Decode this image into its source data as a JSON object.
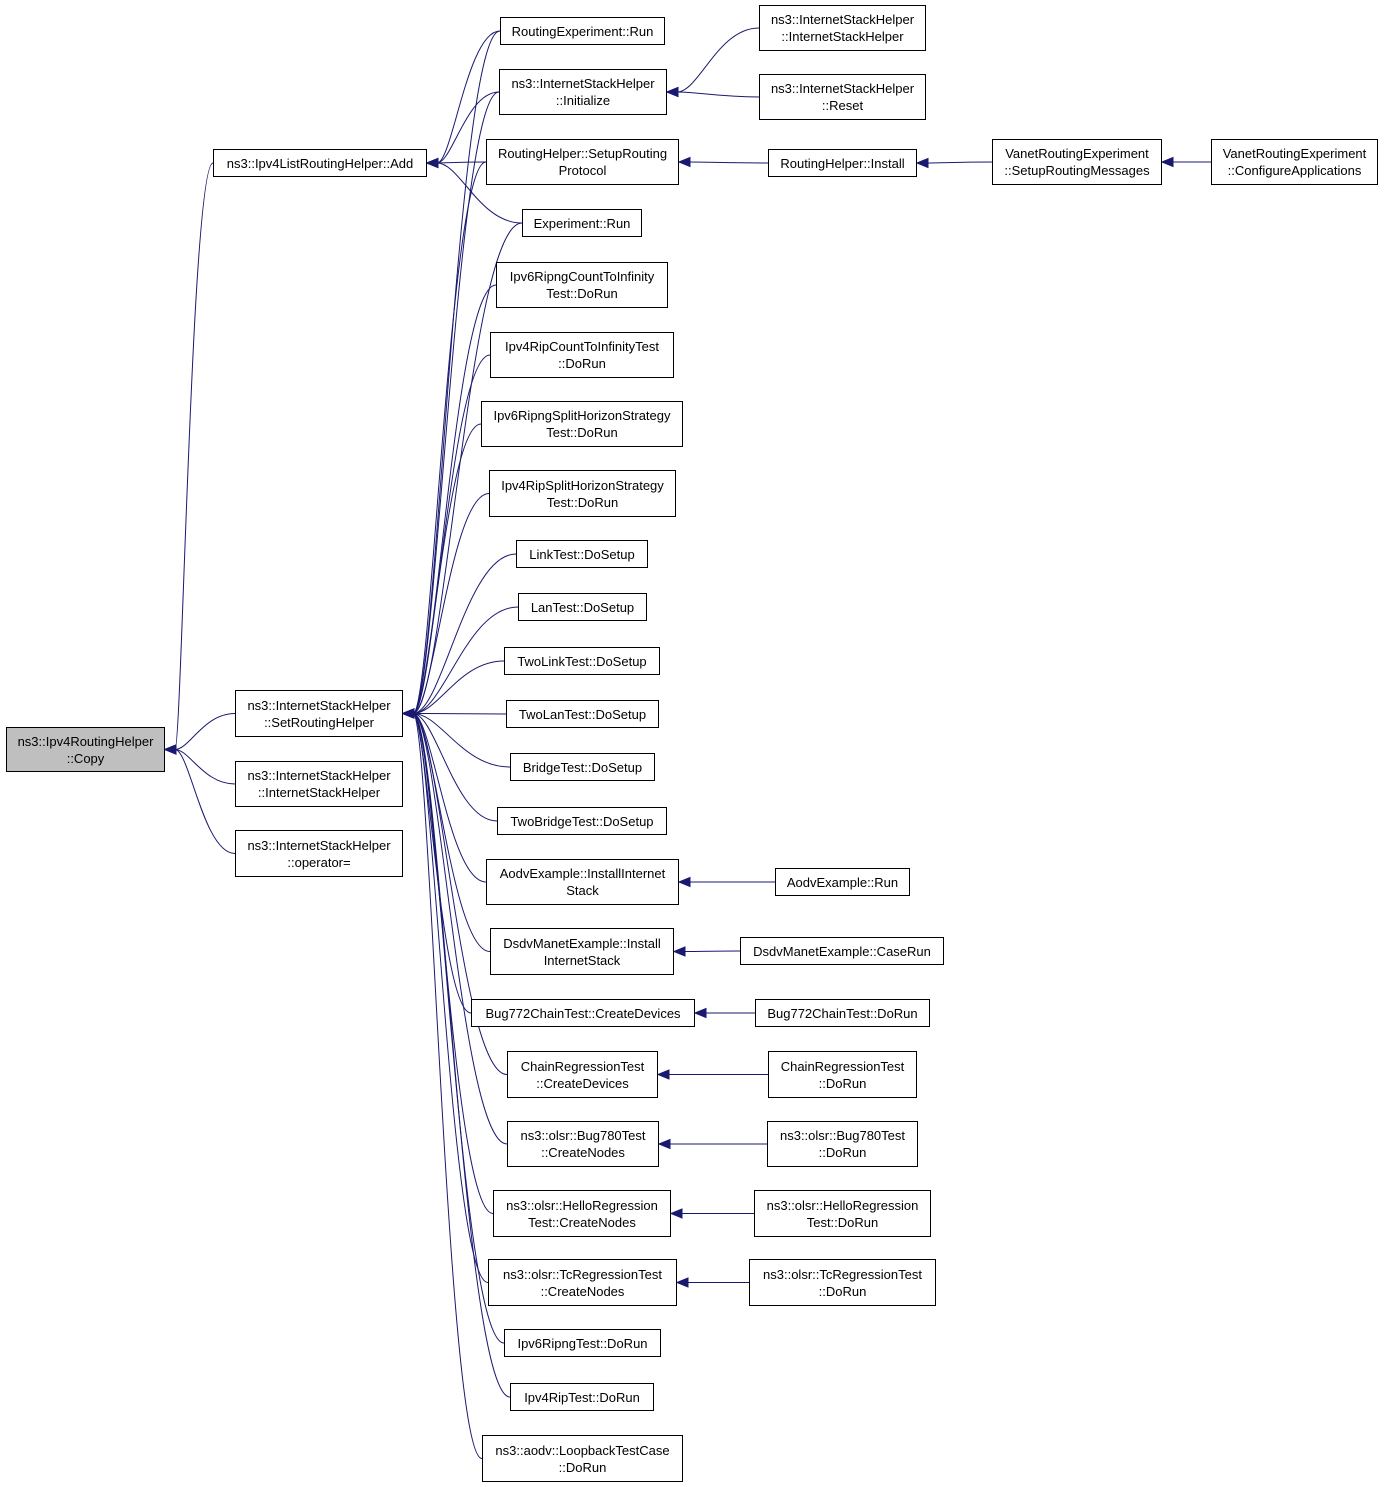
{
  "graph": {
    "edge_color": "#191970",
    "focus_fill": "#bfbfbf",
    "nodes": {
      "copy": "ns3::Ipv4RoutingHelper\n::Copy",
      "ipv4list_add": "ns3::Ipv4ListRoutingHelper::Add",
      "ish_setrouting": "ns3::InternetStackHelper\n::SetRoutingHelper",
      "ish_ctor": "ns3::InternetStackHelper\n::InternetStackHelper",
      "ish_operator": "ns3::InternetStackHelper\n::operator=",
      "routingexp_run": "RoutingExperiment::Run",
      "ish_initialize": "ns3::InternetStackHelper\n::Initialize",
      "routinghelper_setup": "RoutingHelper::SetupRouting\nProtocol",
      "experiment_run": "Experiment::Run",
      "ipv6ripng_cti": "Ipv6RipngCountToInfinity\nTest::DoRun",
      "ipv4rip_cti": "Ipv4RipCountToInfinityTest\n::DoRun",
      "ipv6ripng_shs": "Ipv6RipngSplitHorizonStrategy\nTest::DoRun",
      "ipv4rip_shs": "Ipv4RipSplitHorizonStrategy\nTest::DoRun",
      "linktest": "LinkTest::DoSetup",
      "lantest": "LanTest::DoSetup",
      "twolinktest": "TwoLinkTest::DoSetup",
      "twolantest": "TwoLanTest::DoSetup",
      "bridgetest": "BridgeTest::DoSetup",
      "twobridgetest": "TwoBridgeTest::DoSetup",
      "aodv_install": "AodvExample::InstallInternet\nStack",
      "dsdv_install": "DsdvManetExample::Install\nInternetStack",
      "bug772_create": "Bug772ChainTest::CreateDevices",
      "chainreg_create": "ChainRegressionTest\n::CreateDevices",
      "bug780_create": "ns3::olsr::Bug780Test\n::CreateNodes",
      "hello_create": "ns3::olsr::HelloRegression\nTest::CreateNodes",
      "tcreg_create": "ns3::olsr::TcRegressionTest\n::CreateNodes",
      "ipv6ripng_test": "Ipv6RipngTest::DoRun",
      "ipv4rip_test": "Ipv4RipTest::DoRun",
      "aodv_loopback": "ns3::aodv::LoopbackTestCase\n::DoRun",
      "ish_ctor2": "ns3::InternetStackHelper\n::InternetStackHelper",
      "ish_reset": "ns3::InternetStackHelper\n::Reset",
      "routinghelper_install": "RoutingHelper::Install",
      "vanet_setup": "VanetRoutingExperiment\n::SetupRoutingMessages",
      "vanet_config": "VanetRoutingExperiment\n::ConfigureApplications",
      "aodv_run": "AodvExample::Run",
      "dsdv_caserun": "DsdvManetExample::CaseRun",
      "bug772_dorun": "Bug772ChainTest::DoRun",
      "chainreg_dorun": "ChainRegressionTest\n::DoRun",
      "bug780_dorun": "ns3::olsr::Bug780Test\n::DoRun",
      "hello_dorun": "ns3::olsr::HelloRegression\nTest::DoRun",
      "tcreg_dorun": "ns3::olsr::TcRegressionTest\n::DoRun"
    },
    "edges": [
      [
        "ipv4list_add",
        "copy"
      ],
      [
        "ish_setrouting",
        "copy"
      ],
      [
        "ish_ctor",
        "copy"
      ],
      [
        "ish_operator",
        "copy"
      ],
      [
        "routingexp_run",
        "ipv4list_add"
      ],
      [
        "ish_initialize",
        "ipv4list_add"
      ],
      [
        "routinghelper_setup",
        "ipv4list_add"
      ],
      [
        "experiment_run",
        "ipv4list_add"
      ],
      [
        "routingexp_run",
        "ish_setrouting"
      ],
      [
        "ish_initialize",
        "ish_setrouting"
      ],
      [
        "routinghelper_setup",
        "ish_setrouting"
      ],
      [
        "experiment_run",
        "ish_setrouting"
      ],
      [
        "ipv6ripng_cti",
        "ish_setrouting"
      ],
      [
        "ipv4rip_cti",
        "ish_setrouting"
      ],
      [
        "ipv6ripng_shs",
        "ish_setrouting"
      ],
      [
        "ipv4rip_shs",
        "ish_setrouting"
      ],
      [
        "linktest",
        "ish_setrouting"
      ],
      [
        "lantest",
        "ish_setrouting"
      ],
      [
        "twolinktest",
        "ish_setrouting"
      ],
      [
        "twolantest",
        "ish_setrouting"
      ],
      [
        "bridgetest",
        "ish_setrouting"
      ],
      [
        "twobridgetest",
        "ish_setrouting"
      ],
      [
        "aodv_install",
        "ish_setrouting"
      ],
      [
        "dsdv_install",
        "ish_setrouting"
      ],
      [
        "bug772_create",
        "ish_setrouting"
      ],
      [
        "chainreg_create",
        "ish_setrouting"
      ],
      [
        "bug780_create",
        "ish_setrouting"
      ],
      [
        "hello_create",
        "ish_setrouting"
      ],
      [
        "tcreg_create",
        "ish_setrouting"
      ],
      [
        "ipv6ripng_test",
        "ish_setrouting"
      ],
      [
        "ipv4rip_test",
        "ish_setrouting"
      ],
      [
        "aodv_loopback",
        "ish_setrouting"
      ],
      [
        "ish_ctor2",
        "ish_initialize"
      ],
      [
        "ish_reset",
        "ish_initialize"
      ],
      [
        "routinghelper_install",
        "routinghelper_setup"
      ],
      [
        "vanet_setup",
        "routinghelper_install"
      ],
      [
        "vanet_config",
        "vanet_setup"
      ],
      [
        "aodv_run",
        "aodv_install"
      ],
      [
        "dsdv_caserun",
        "dsdv_install"
      ],
      [
        "bug772_dorun",
        "bug772_create"
      ],
      [
        "chainreg_dorun",
        "chainreg_create"
      ],
      [
        "bug780_dorun",
        "bug780_create"
      ],
      [
        "hello_dorun",
        "hello_create"
      ],
      [
        "tcreg_dorun",
        "tcreg_create"
      ]
    ]
  }
}
